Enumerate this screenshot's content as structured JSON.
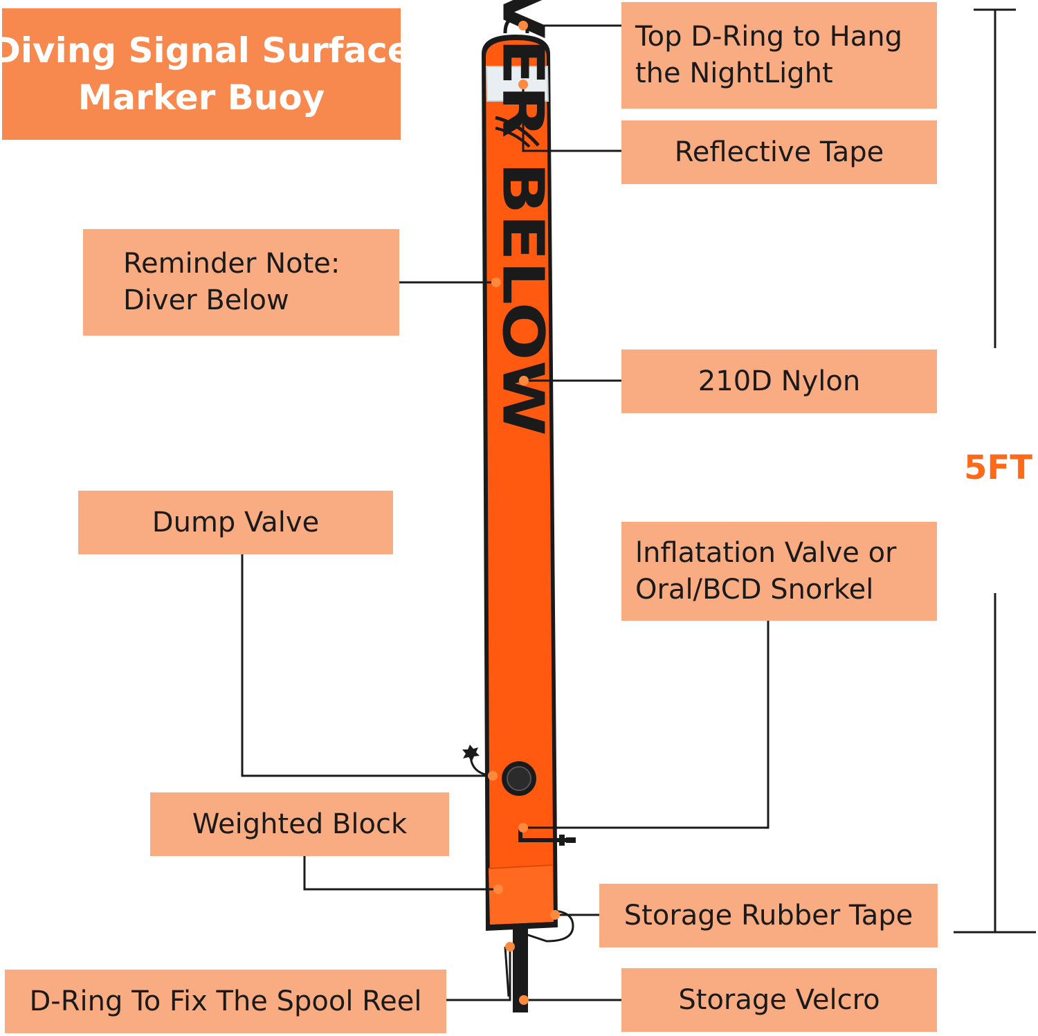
{
  "title": {
    "line1": "Diving Signal Surface",
    "line2": "Marker Buoy"
  },
  "buoy": {
    "text": "DIVER BELOW",
    "colors": {
      "body": "#ff5a0f",
      "edge": "#1a1a1a",
      "reflective": "#e9eef2",
      "text": "#1a1a1a"
    }
  },
  "labels": {
    "top_d_ring": {
      "line1": "Top D-Ring to Hang",
      "line2": "the NightLight"
    },
    "reflective_tape": "Reflective Tape",
    "reminder_note": {
      "line1": "Reminder Note:",
      "line2": "Diver Below"
    },
    "nylon": "210D Nylon",
    "dump_valve": "Dump Valve",
    "inflation_valve": {
      "line1": "lnflatation Valve or",
      "line2": "Oral/BCD Snorkel"
    },
    "weighted_block": "Weighted Block",
    "storage_rubber_tape": "Storage Rubber Tape",
    "spool_d_ring": "D-Ring To Fix The Spool Reel",
    "storage_velcro": "Storage Velcro"
  },
  "dimension": {
    "label": "5FT"
  },
  "colors": {
    "label_box": "#f9ab82",
    "title_box": "#f7894f",
    "dimension_text": "#ff6a1a",
    "callout_dot": "#ff8a3d"
  }
}
